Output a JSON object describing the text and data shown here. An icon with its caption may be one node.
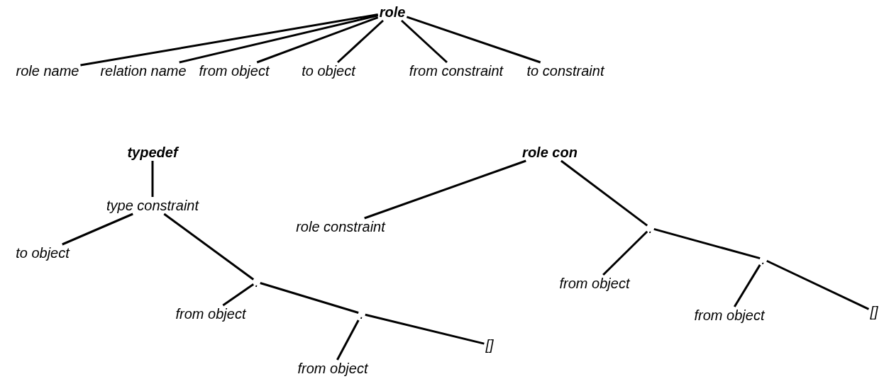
{
  "diagram": {
    "nodes": [
      {
        "text": [
          "role"
        ]
      },
      {
        "text": [
          "role name"
        ]
      },
      {
        "text": [
          "relation name"
        ]
      },
      {
        "text": [
          "from object"
        ]
      },
      {
        "text": [
          "to object"
        ]
      },
      {
        "text": [
          "from constraint"
        ]
      },
      {
        "text": [
          "to constraint"
        ]
      },
      {
        "text": [
          "typedef"
        ]
      },
      {
        "text": [
          "type constraint"
        ]
      },
      {
        "text": [
          "to object"
        ]
      },
      {
        "text": [
          "."
        ]
      },
      {
        "text": [
          "from object"
        ]
      },
      {
        "text": [
          "."
        ]
      },
      {
        "text": [
          "from object"
        ]
      },
      {
        "text": [
          "[]"
        ]
      },
      {
        "text": [
          "role con"
        ]
      },
      {
        "text": [
          "role constraint"
        ]
      },
      {
        "text": [
          "."
        ]
      },
      {
        "text": [
          "from object"
        ]
      },
      {
        "text": [
          "."
        ]
      },
      {
        "text": [
          "from object"
        ]
      },
      {
        "text": [
          "[]"
        ]
      }
    ],
    "edges": [
      {
        "from": 0,
        "to": 1,
        "arrow": "none"
      },
      {
        "from": 0,
        "to": 2,
        "arrow": "none"
      },
      {
        "from": 0,
        "to": 3,
        "arrow": "none"
      },
      {
        "from": 0,
        "to": 4,
        "arrow": "none"
      },
      {
        "from": 0,
        "to": 5,
        "arrow": "none"
      },
      {
        "from": 0,
        "to": 6,
        "arrow": "none"
      },
      {
        "from": 7,
        "to": 8,
        "arrow": "none"
      },
      {
        "from": 8,
        "to": 9,
        "arrow": "none"
      },
      {
        "from": 8,
        "to": 10,
        "arrow": "none"
      },
      {
        "from": 10,
        "to": 11,
        "arrow": "none"
      },
      {
        "from": 10,
        "to": 12,
        "arrow": "none"
      },
      {
        "from": 12,
        "to": 13,
        "arrow": "none"
      },
      {
        "from": 12,
        "to": 14,
        "arrow": "none"
      },
      {
        "from": 15,
        "to": 16,
        "arrow": "none"
      },
      {
        "from": 15,
        "to": 17,
        "arrow": "none"
      },
      {
        "from": 17,
        "to": 18,
        "arrow": "none"
      },
      {
        "from": 17,
        "to": 19,
        "arrow": "none"
      },
      {
        "from": 19,
        "to": 20,
        "arrow": "none"
      },
      {
        "from": 19,
        "to": 21,
        "arrow": "none"
      }
    ]
  }
}
